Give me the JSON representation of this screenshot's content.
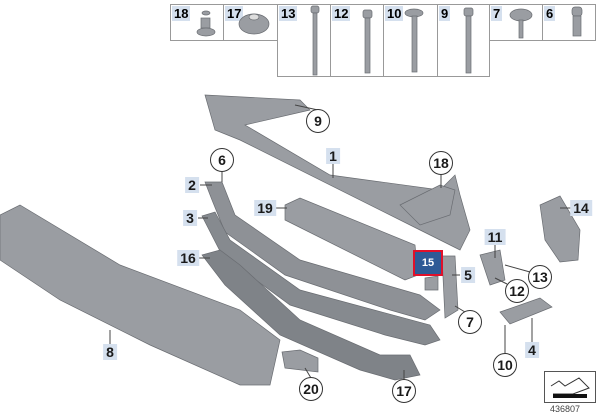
{
  "hardware_boxes": [
    "18",
    "17",
    "13",
    "12",
    "10",
    "9",
    "7",
    "6"
  ],
  "callouts": {
    "plain": {
      "p1": "1",
      "p2": "2",
      "p3": "3",
      "p4": "4",
      "p5": "5",
      "p8": "8",
      "p11": "11",
      "p14": "14",
      "p16": "16",
      "p19": "19"
    },
    "circled": {
      "c6": "6",
      "c7": "7",
      "c9": "9",
      "c10": "10",
      "c12": "12",
      "c13": "13",
      "c17": "17",
      "c18": "18",
      "c20": "20"
    },
    "highlighted": "15"
  },
  "diagram_number": "436807",
  "colors": {
    "label_bg": "#d5e0ee",
    "highlight_bg": "#2e5a96",
    "highlight_border": "#e0102a",
    "part": "#8a8d92"
  }
}
